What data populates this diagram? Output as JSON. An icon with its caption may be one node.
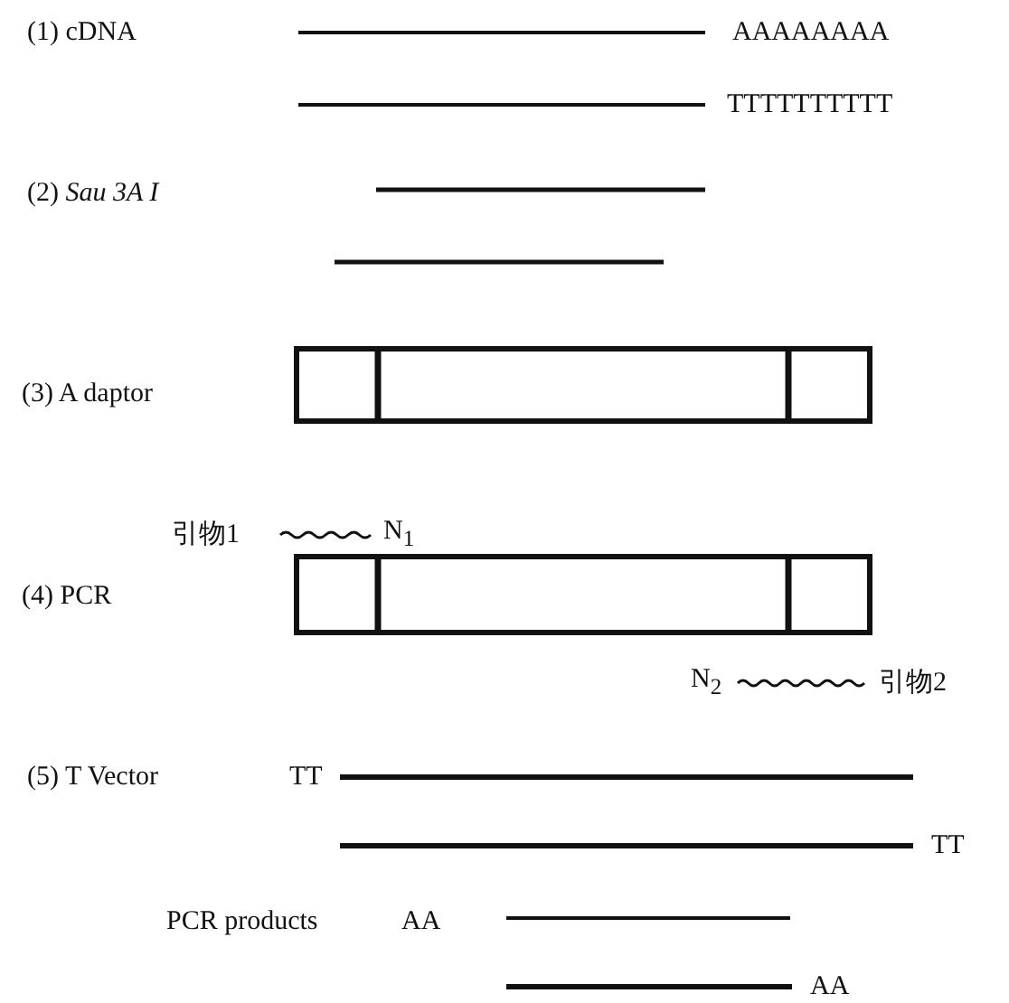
{
  "diagram": {
    "labels": [
      "(1) cDNA",
      "AAAAAAAA",
      "TTTTTTTTTT",
      "(2) *Sau 3A I*",
      "(3) A daptor",
      "引物1",
      "N$_{1}$",
      "(4) PCR",
      "N$_{2}$",
      "引物2",
      "(5) T Vector",
      "TT",
      "TT",
      "PCR products",
      "AA",
      "AA"
    ]
  }
}
